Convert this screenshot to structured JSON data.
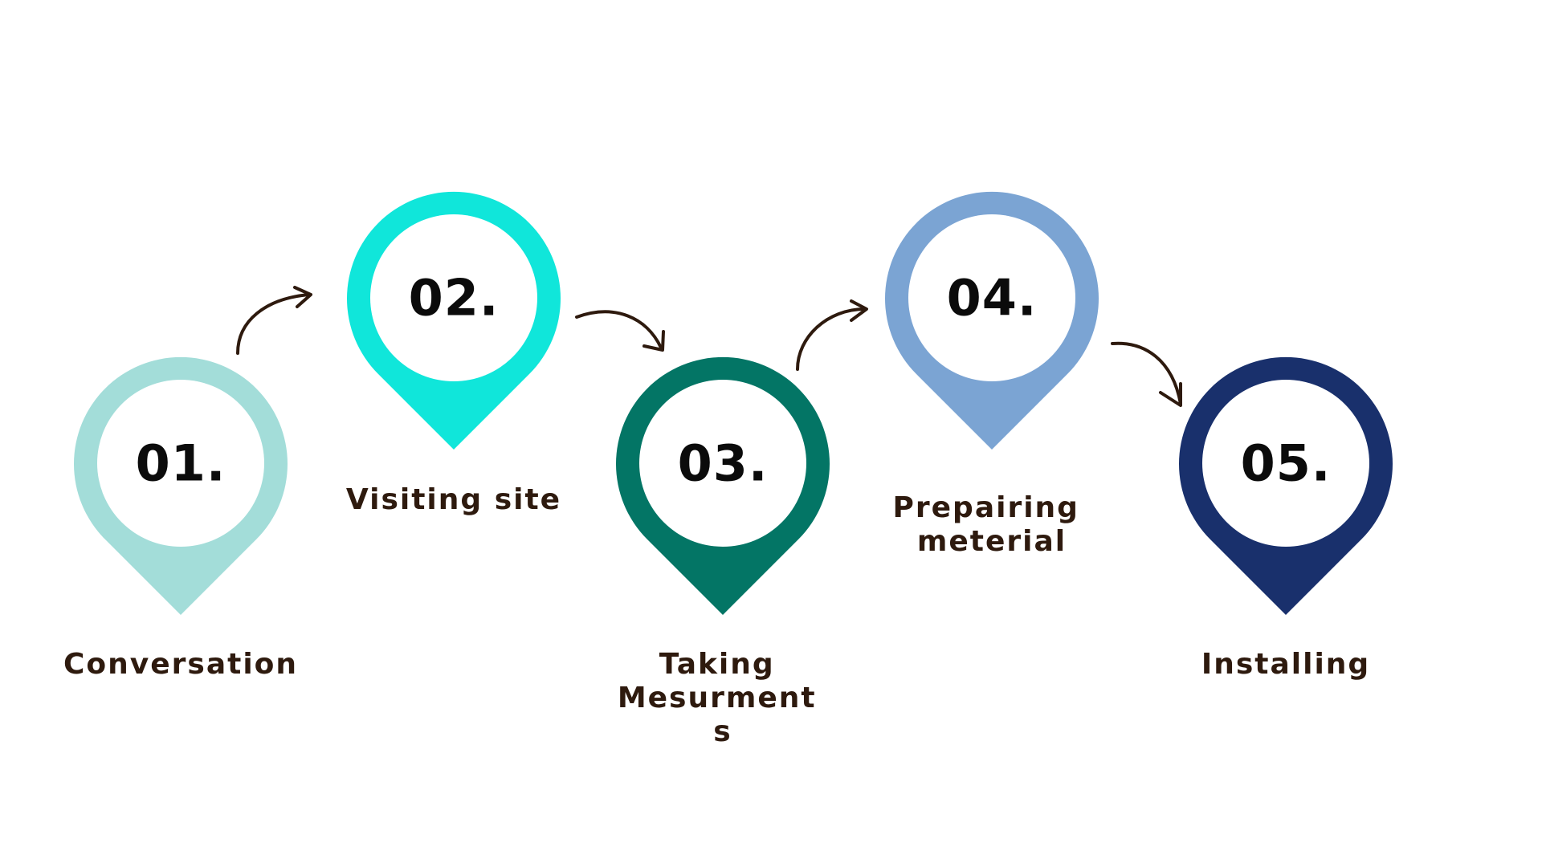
{
  "steps": [
    {
      "number": "01.",
      "label_lines": [
        "Conversation"
      ],
      "color": "#a3ddd9"
    },
    {
      "number": "02.",
      "label_lines": [
        "Visiting site"
      ],
      "color": "#10e6da"
    },
    {
      "number": "03.",
      "label_lines": [
        "Taking",
        "Mesurment",
        "s"
      ],
      "color": "#037565"
    },
    {
      "number": "04.",
      "label_lines": [
        "Prepairing",
        "meterial"
      ],
      "color": "#7ba4d3"
    },
    {
      "number": "05.",
      "label_lines": [
        "Installing"
      ],
      "color": "#19306c"
    }
  ],
  "arrow_color": "#2e1a0e",
  "background": "#ffffff"
}
